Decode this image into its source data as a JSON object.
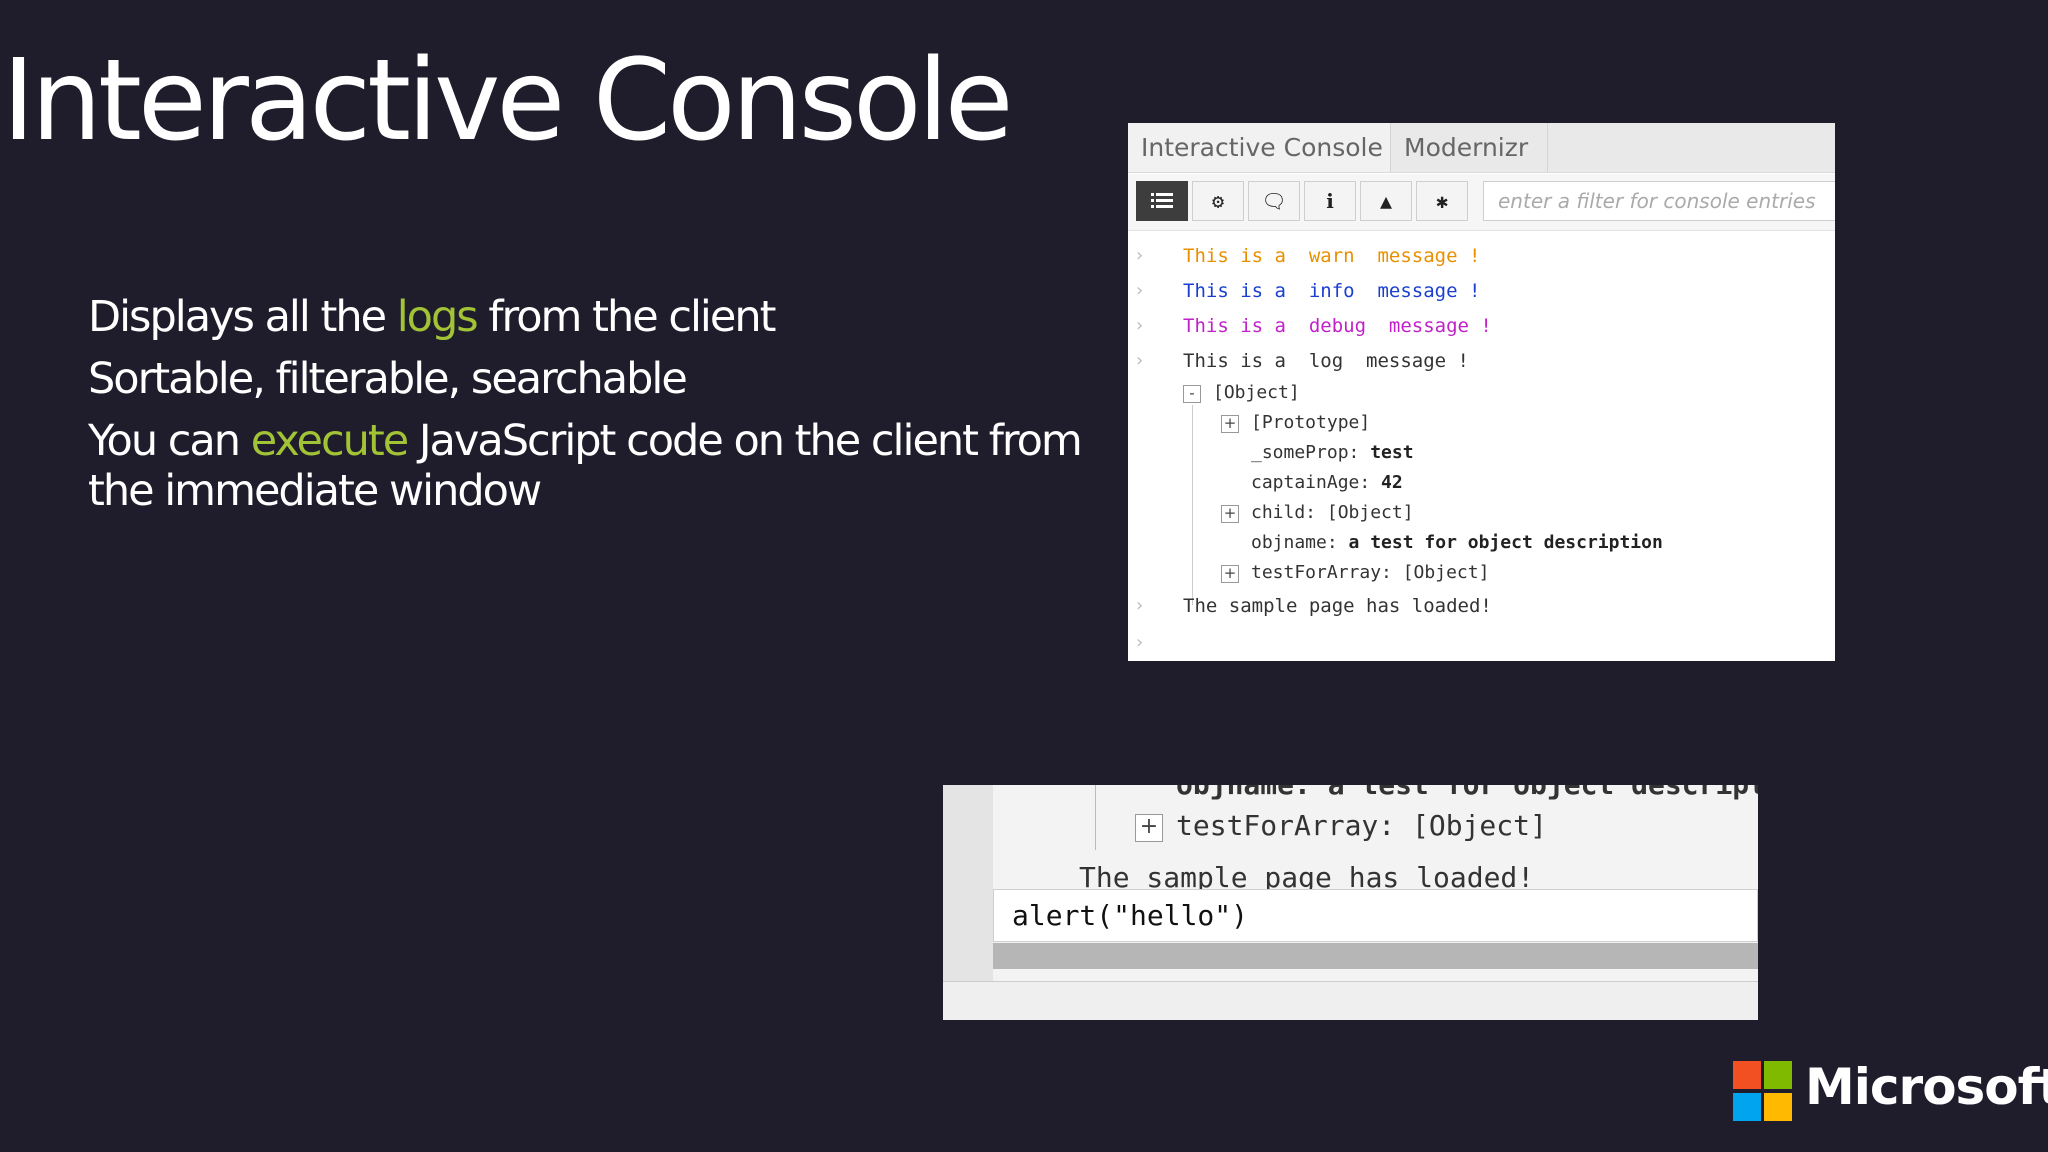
{
  "slide": {
    "title": "Interactive Console",
    "bullets": [
      {
        "pre": "Displays all the ",
        "accent": "logs",
        "post": " from the client"
      },
      {
        "pre": "Sortable, filterable, searchable",
        "accent": "",
        "post": ""
      },
      {
        "pre": "You can ",
        "accent": "execute",
        "post": " JavaScript code on the client from the immediate window"
      }
    ],
    "accent_color": "#a2c335",
    "background_color": "#1f1d2b"
  },
  "console": {
    "tabs": [
      "Interactive Console",
      "Modernizr"
    ],
    "toolbar_icons": [
      "list-icon",
      "gears-icon",
      "comments-icon",
      "info-icon",
      "warning-icon",
      "bug-icon"
    ],
    "filter_placeholder": "enter a filter for console entries",
    "entries": [
      {
        "text": "This is a  warn  message !",
        "level": "warn"
      },
      {
        "text": "This is a  info  message !",
        "level": "info"
      },
      {
        "text": "This is a  debug  message !",
        "level": "debug"
      },
      {
        "text": "This is a  log  message !",
        "level": "log"
      }
    ],
    "object": {
      "label": "[Object]",
      "prototype": "[Prototype]",
      "someProp_key": "_someProp: ",
      "someProp_val": "test",
      "captainAge_key": "captainAge: ",
      "captainAge_val": "42",
      "child": "child: [Object]",
      "objname_key": "objname: ",
      "objname_val": "a test for object description",
      "testForArray": "testForArray: [Object]"
    },
    "loaded": "The sample page has loaded!"
  },
  "immediate": {
    "partial_top": "objname: a test for object descriptio",
    "testForArray": "testForArray: [Object]",
    "loaded_partial": "The sample page has loaded!",
    "input_value": "alert(\"hello\")"
  },
  "brand": {
    "name": "Microsoft"
  }
}
